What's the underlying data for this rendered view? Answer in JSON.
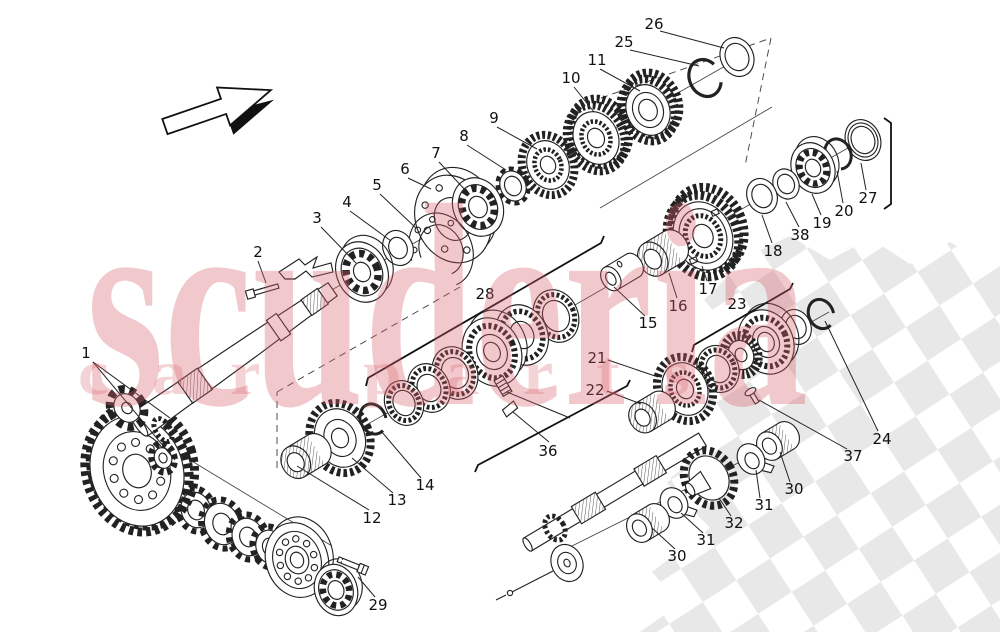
{
  "watermark": {
    "brand": "scuderia",
    "tagline": "car parts",
    "text_color": "#d95f6b",
    "checker_color": "#e8e8e8"
  },
  "callouts": {
    "c1": {
      "label": "1"
    },
    "c2": {
      "label": "2"
    },
    "c3": {
      "label": "3"
    },
    "c4": {
      "label": "4"
    },
    "c5": {
      "label": "5"
    },
    "c6": {
      "label": "6"
    },
    "c7": {
      "label": "7"
    },
    "c8": {
      "label": "8"
    },
    "c9": {
      "label": "9"
    },
    "c10": {
      "label": "10"
    },
    "c11": {
      "label": "11"
    },
    "c12": {
      "label": "12"
    },
    "c13": {
      "label": "13"
    },
    "c14": {
      "label": "14"
    },
    "c15": {
      "label": "15"
    },
    "c16": {
      "label": "16"
    },
    "c17": {
      "label": "17"
    },
    "c18": {
      "label": "18"
    },
    "c19": {
      "label": "19"
    },
    "c20": {
      "label": "20"
    },
    "c21": {
      "label": "21"
    },
    "c22": {
      "label": "22"
    },
    "c23": {
      "label": "23"
    },
    "c24": {
      "label": "24"
    },
    "c25": {
      "label": "25"
    },
    "c26": {
      "label": "26"
    },
    "c27": {
      "label": "27"
    },
    "c28": {
      "label": "28"
    },
    "c29": {
      "label": "29"
    },
    "c30a": {
      "label": "30"
    },
    "c30b": {
      "label": "30"
    },
    "c31a": {
      "label": "31"
    },
    "c31b": {
      "label": "31"
    },
    "c32": {
      "label": "32"
    },
    "c36": {
      "label": "36"
    },
    "c37": {
      "label": "37"
    },
    "c38": {
      "label": "38"
    }
  }
}
